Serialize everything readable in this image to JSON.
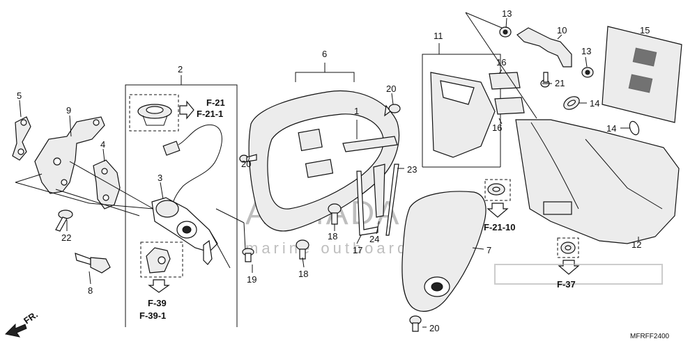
{
  "diagram": {
    "callouts": [
      {
        "id": "c1",
        "text": "1"
      },
      {
        "id": "c2",
        "text": "2"
      },
      {
        "id": "c3",
        "text": "3"
      },
      {
        "id": "c4",
        "text": "4"
      },
      {
        "id": "c5",
        "text": "5"
      },
      {
        "id": "c6",
        "text": "6"
      },
      {
        "id": "c7",
        "text": "7"
      },
      {
        "id": "c8",
        "text": "8"
      },
      {
        "id": "c9",
        "text": "9"
      },
      {
        "id": "c10",
        "text": "10"
      },
      {
        "id": "c11",
        "text": "11"
      },
      {
        "id": "c12",
        "text": "12"
      },
      {
        "id": "c13a",
        "text": "13"
      },
      {
        "id": "c13b",
        "text": "13"
      },
      {
        "id": "c14a",
        "text": "14"
      },
      {
        "id": "c14b",
        "text": "14"
      },
      {
        "id": "c15",
        "text": "15"
      },
      {
        "id": "c16a",
        "text": "16"
      },
      {
        "id": "c16b",
        "text": "16"
      },
      {
        "id": "c17",
        "text": "17"
      },
      {
        "id": "c18a",
        "text": "18"
      },
      {
        "id": "c18b",
        "text": "18"
      },
      {
        "id": "c19",
        "text": "19"
      },
      {
        "id": "c20a",
        "text": "20"
      },
      {
        "id": "c20b",
        "text": "20"
      },
      {
        "id": "c20c",
        "text": "20"
      },
      {
        "id": "c21",
        "text": "21"
      },
      {
        "id": "c22",
        "text": "22"
      },
      {
        "id": "c23",
        "text": "23"
      },
      {
        "id": "c24",
        "text": "24"
      }
    ],
    "references": {
      "f21": "F-21",
      "f21_1": "F-21-1",
      "f39": "F-39",
      "f39_1": "F-39-1",
      "f21_10": "F-21-10",
      "f37": "F-37"
    },
    "front_label": "FR.",
    "diagram_code": "MFRFF2400"
  },
  "watermark": {
    "brand": "ARMADA",
    "tagline": "marine outboards"
  }
}
